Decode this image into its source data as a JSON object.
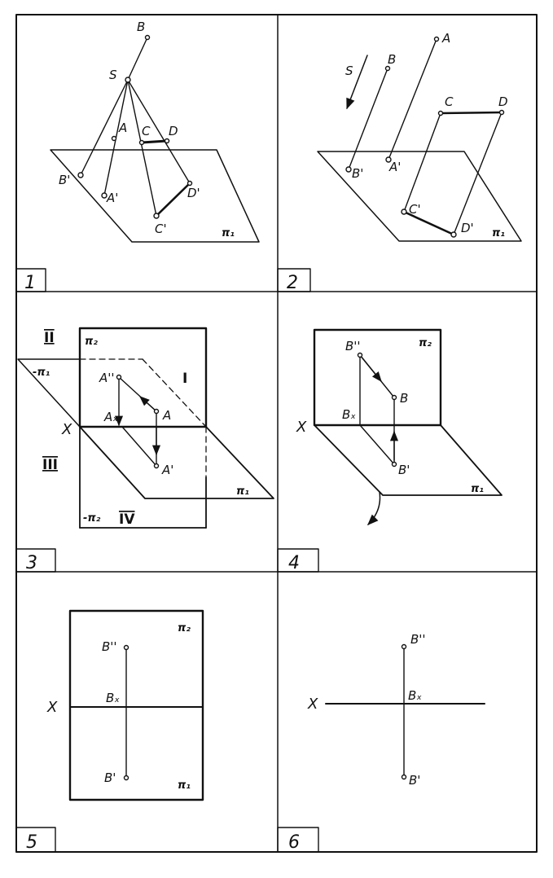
{
  "panels": [
    {
      "number": "1",
      "labels": {
        "B": "B",
        "S": "S",
        "A": "A",
        "C": "C",
        "D": "D",
        "B1": "B'",
        "A1": "A'",
        "C1": "C'",
        "D1": "D'",
        "plane": "π₁"
      }
    },
    {
      "number": "2",
      "labels": {
        "A": "A",
        "B": "B",
        "S": "S",
        "C": "C",
        "D": "D",
        "B1": "B'",
        "A1": "A'",
        "C1": "C'",
        "D1": "D'",
        "plane": "π₁"
      }
    },
    {
      "number": "3",
      "labels": {
        "II": "II",
        "I": "I",
        "III": "III",
        "IV": "IV",
        "pi2": "π₂",
        "minus_pi1": "-π₁",
        "minus_pi2": "-π₂",
        "pi1": "π₁",
        "A2": "A''",
        "A": "A",
        "Ax": "Aₓ",
        "A1": "A'",
        "X": "X"
      }
    },
    {
      "number": "4",
      "labels": {
        "B2": "B''",
        "pi2": "π₂",
        "B": "B",
        "Bx": "Bₓ",
        "X": "X",
        "B1": "B'",
        "pi1": "π₁"
      }
    },
    {
      "number": "5",
      "labels": {
        "B2": "B''",
        "pi2": "π₂",
        "X": "X",
        "Bx": "Bₓ",
        "B1": "B'",
        "pi1": "π₁"
      }
    },
    {
      "number": "6",
      "labels": {
        "B2": "B''",
        "X": "X",
        "Bx": "Bₓ",
        "B1": "B'"
      }
    }
  ],
  "colors": {
    "ink": "#111111",
    "paper": "#ffffff"
  }
}
